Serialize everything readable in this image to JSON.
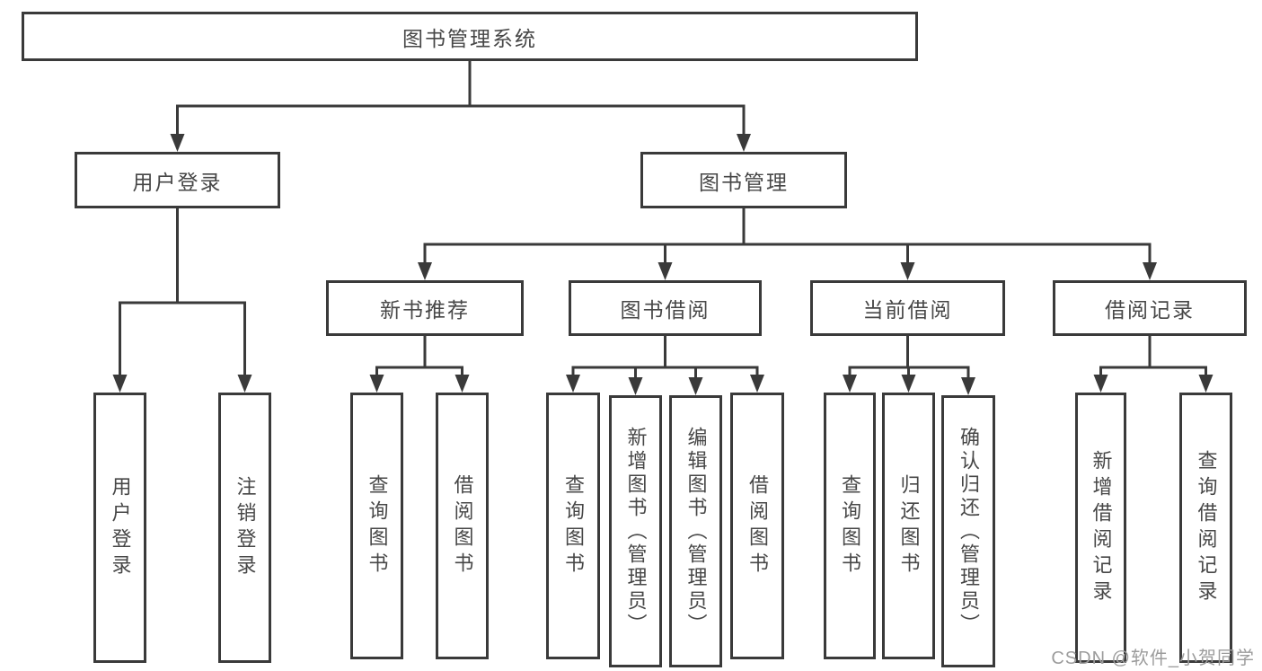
{
  "diagram_title": "图书管理系统",
  "nodes": [
    {
      "id": "root",
      "label": "图书管理系统"
    },
    {
      "id": "user-login",
      "label": "用户登录"
    },
    {
      "id": "book-management",
      "label": "图书管理"
    },
    {
      "id": "new-book-recommend",
      "label": "新书推荐"
    },
    {
      "id": "book-borrowing",
      "label": "图书借阅"
    },
    {
      "id": "current-borrowing",
      "label": "当前借阅"
    },
    {
      "id": "borrowing-records",
      "label": "借阅记录"
    },
    {
      "id": "login",
      "label": "用户登录"
    },
    {
      "id": "logout",
      "label": "注销登录"
    },
    {
      "id": "search-book-recommend",
      "label": "查询图书"
    },
    {
      "id": "borrow-book-recommend",
      "label": "借阅图书"
    },
    {
      "id": "search-book-borrowing",
      "label": "查询图书"
    },
    {
      "id": "add-book-admin",
      "label": "新增图书（管理员）"
    },
    {
      "id": "edit-book-admin",
      "label": "编辑图书（管理员）"
    },
    {
      "id": "borrow-book-borrowing",
      "label": "借阅图书"
    },
    {
      "id": "search-book-current",
      "label": "查询图书"
    },
    {
      "id": "return-book",
      "label": "归还图书"
    },
    {
      "id": "confirm-return-admin",
      "label": "确认归还（管理员）"
    },
    {
      "id": "add-borrow-record",
      "label": "新增借阅记录"
    },
    {
      "id": "search-borrow-record",
      "label": "查询借阅记录"
    }
  ],
  "hierarchy": {
    "图书管理系统": [
      "用户登录",
      "图书管理"
    ],
    "用户登录": [
      "用户登录",
      "注销登录"
    ],
    "图书管理": [
      "新书推荐",
      "图书借阅",
      "当前借阅",
      "借阅记录"
    ],
    "新书推荐": [
      "查询图书",
      "借阅图书"
    ],
    "图书借阅": [
      "查询图书",
      "新增图书（管理员）",
      "编辑图书（管理员）",
      "借阅图书"
    ],
    "当前借阅": [
      "查询图书",
      "归还图书",
      "确认归还（管理员）"
    ],
    "借阅记录": [
      "新增借阅记录",
      "查询借阅记录"
    ]
  },
  "watermark": {
    "text": "CSDN @软件_小贺同学",
    "color": "#9c9c9c"
  },
  "colors": {
    "line": "#3a3a3a",
    "text": "#474747",
    "background": "#ffffff"
  }
}
